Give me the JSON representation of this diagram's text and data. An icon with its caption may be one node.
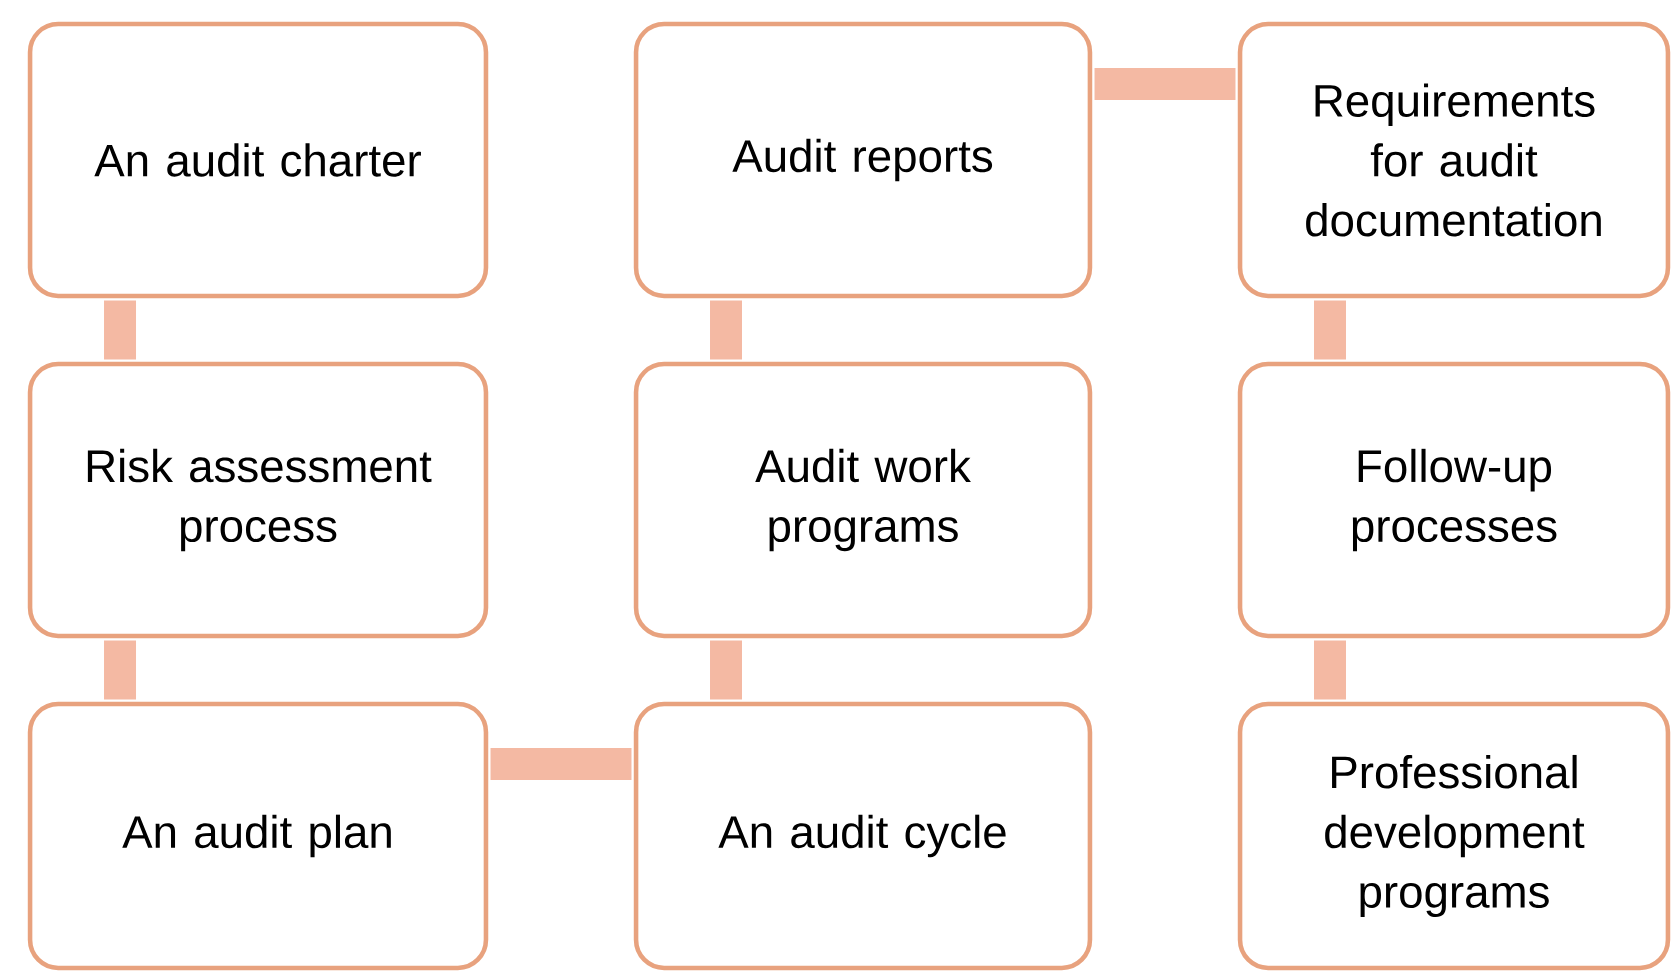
{
  "diagram": {
    "nodes": [
      {
        "text": [
          "An audit charter"
        ]
      },
      {
        "text": [
          "Audit reports"
        ]
      },
      {
        "text": [
          "Requirements for audit documentation"
        ]
      },
      {
        "text": [
          "Risk assessment process"
        ]
      },
      {
        "text": [
          "Audit work programs"
        ]
      },
      {
        "text": [
          "Follow-up processes"
        ]
      },
      {
        "text": [
          "An audit plan"
        ]
      },
      {
        "text": [
          "An audit cycle"
        ]
      },
      {
        "text": [
          "Professional development programs"
        ]
      }
    ],
    "edges": [
      {
        "from": 0,
        "to": 3,
        "arrow": "none"
      },
      {
        "from": 3,
        "to": 6,
        "arrow": "none"
      },
      {
        "from": 6,
        "to": 7,
        "arrow": "none"
      },
      {
        "from": 7,
        "to": 4,
        "arrow": "none"
      },
      {
        "from": 4,
        "to": 1,
        "arrow": "none"
      },
      {
        "from": 1,
        "to": 2,
        "arrow": "none"
      },
      {
        "from": 2,
        "to": 5,
        "arrow": "none"
      },
      {
        "from": 5,
        "to": 8,
        "arrow": "none"
      }
    ]
  }
}
